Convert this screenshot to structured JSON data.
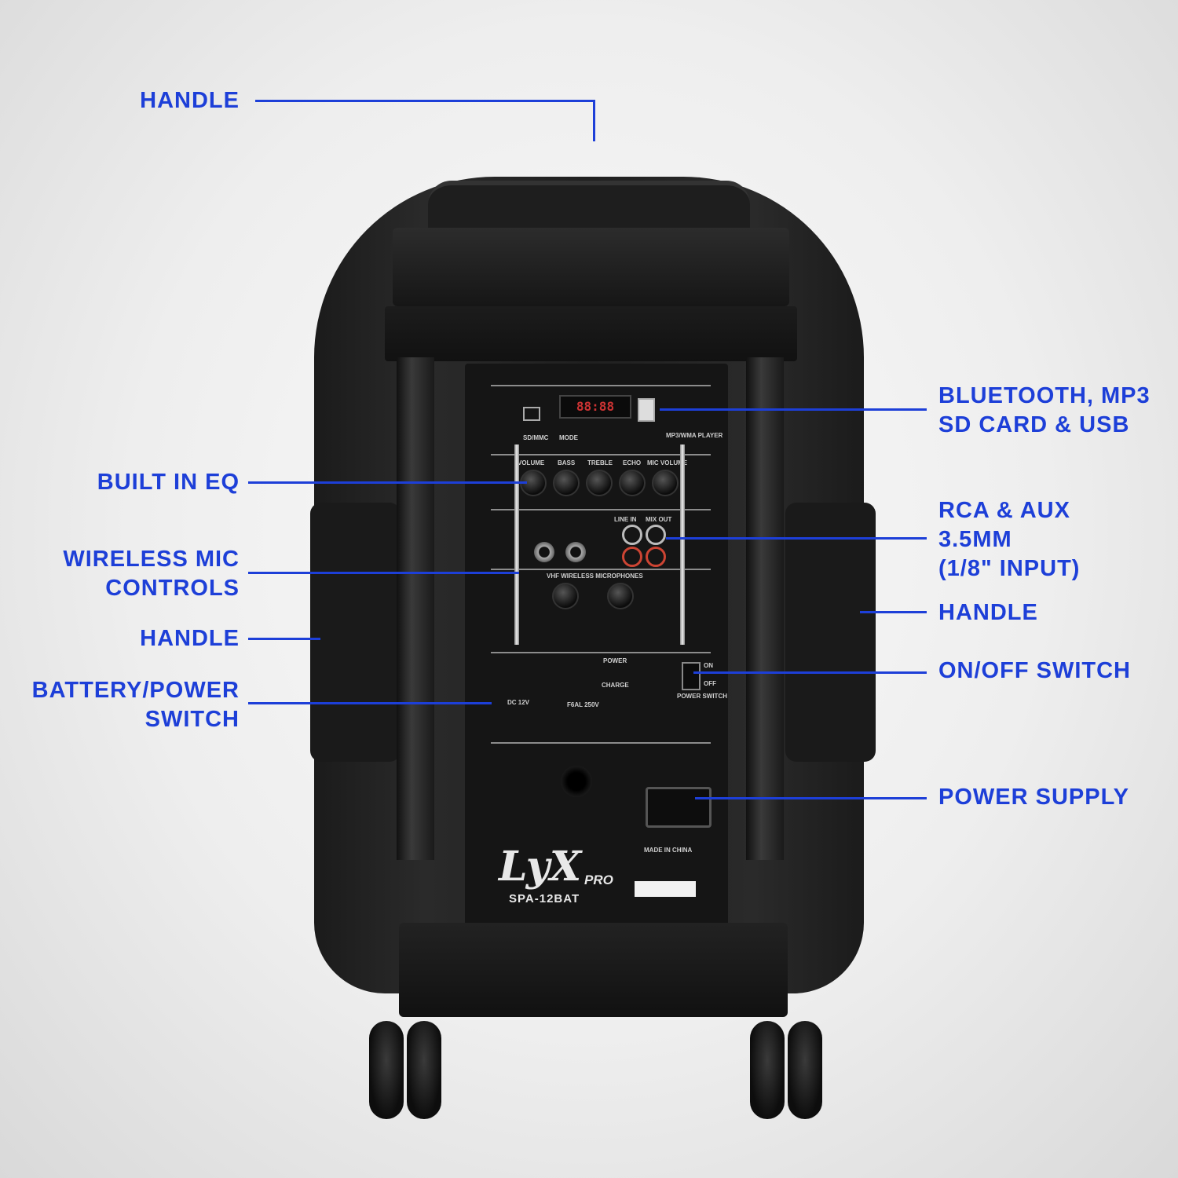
{
  "callouts": {
    "top_handle": "HANDLE",
    "built_in_eq": "BUILT IN EQ",
    "wireless_mic_line1": "WIRELESS MIC",
    "wireless_mic_line2": "CONTROLS",
    "left_handle": "HANDLE",
    "battery_line1": "BATTERY/POWER",
    "battery_line2": "SWITCH",
    "bluetooth_line1": "BLUETOOTH, MP3",
    "bluetooth_line2": "SD CARD & USB",
    "rca_line1": "RCA & AUX",
    "rca_line2": "3.5MM",
    "rca_line3": "(1/8\" INPUT)",
    "right_handle": "HANDLE",
    "on_off": "ON/OFF SWITCH",
    "power_supply": "POWER SUPPLY"
  },
  "panel": {
    "logo": "LyX",
    "logo_sub": "PRO",
    "model": "SPA-12BAT",
    "lcd": "88:88",
    "eq_labels": [
      "VOLUME",
      "BASS",
      "TREBLE",
      "ECHO",
      "MIC VOLUME"
    ],
    "player_labels": [
      "SD/MMC",
      "MODE",
      "MP3/WMA PLAYER"
    ],
    "line_in": "LINE IN",
    "mix_out": "MIX OUT",
    "vhf": "VHF WIRELESS MICROPHONES",
    "dc": "DC 12V",
    "fuse": "F6AL 250V",
    "power_led": "POWER",
    "charge_led": "CHARGE",
    "power_switch": "POWER SWITCH",
    "on": "ON",
    "off": "OFF",
    "made_in": "MADE IN CHINA"
  },
  "colors": {
    "accent": "#1d3fd8",
    "background": "#eeeeee",
    "speaker": "#1e1e1e"
  }
}
